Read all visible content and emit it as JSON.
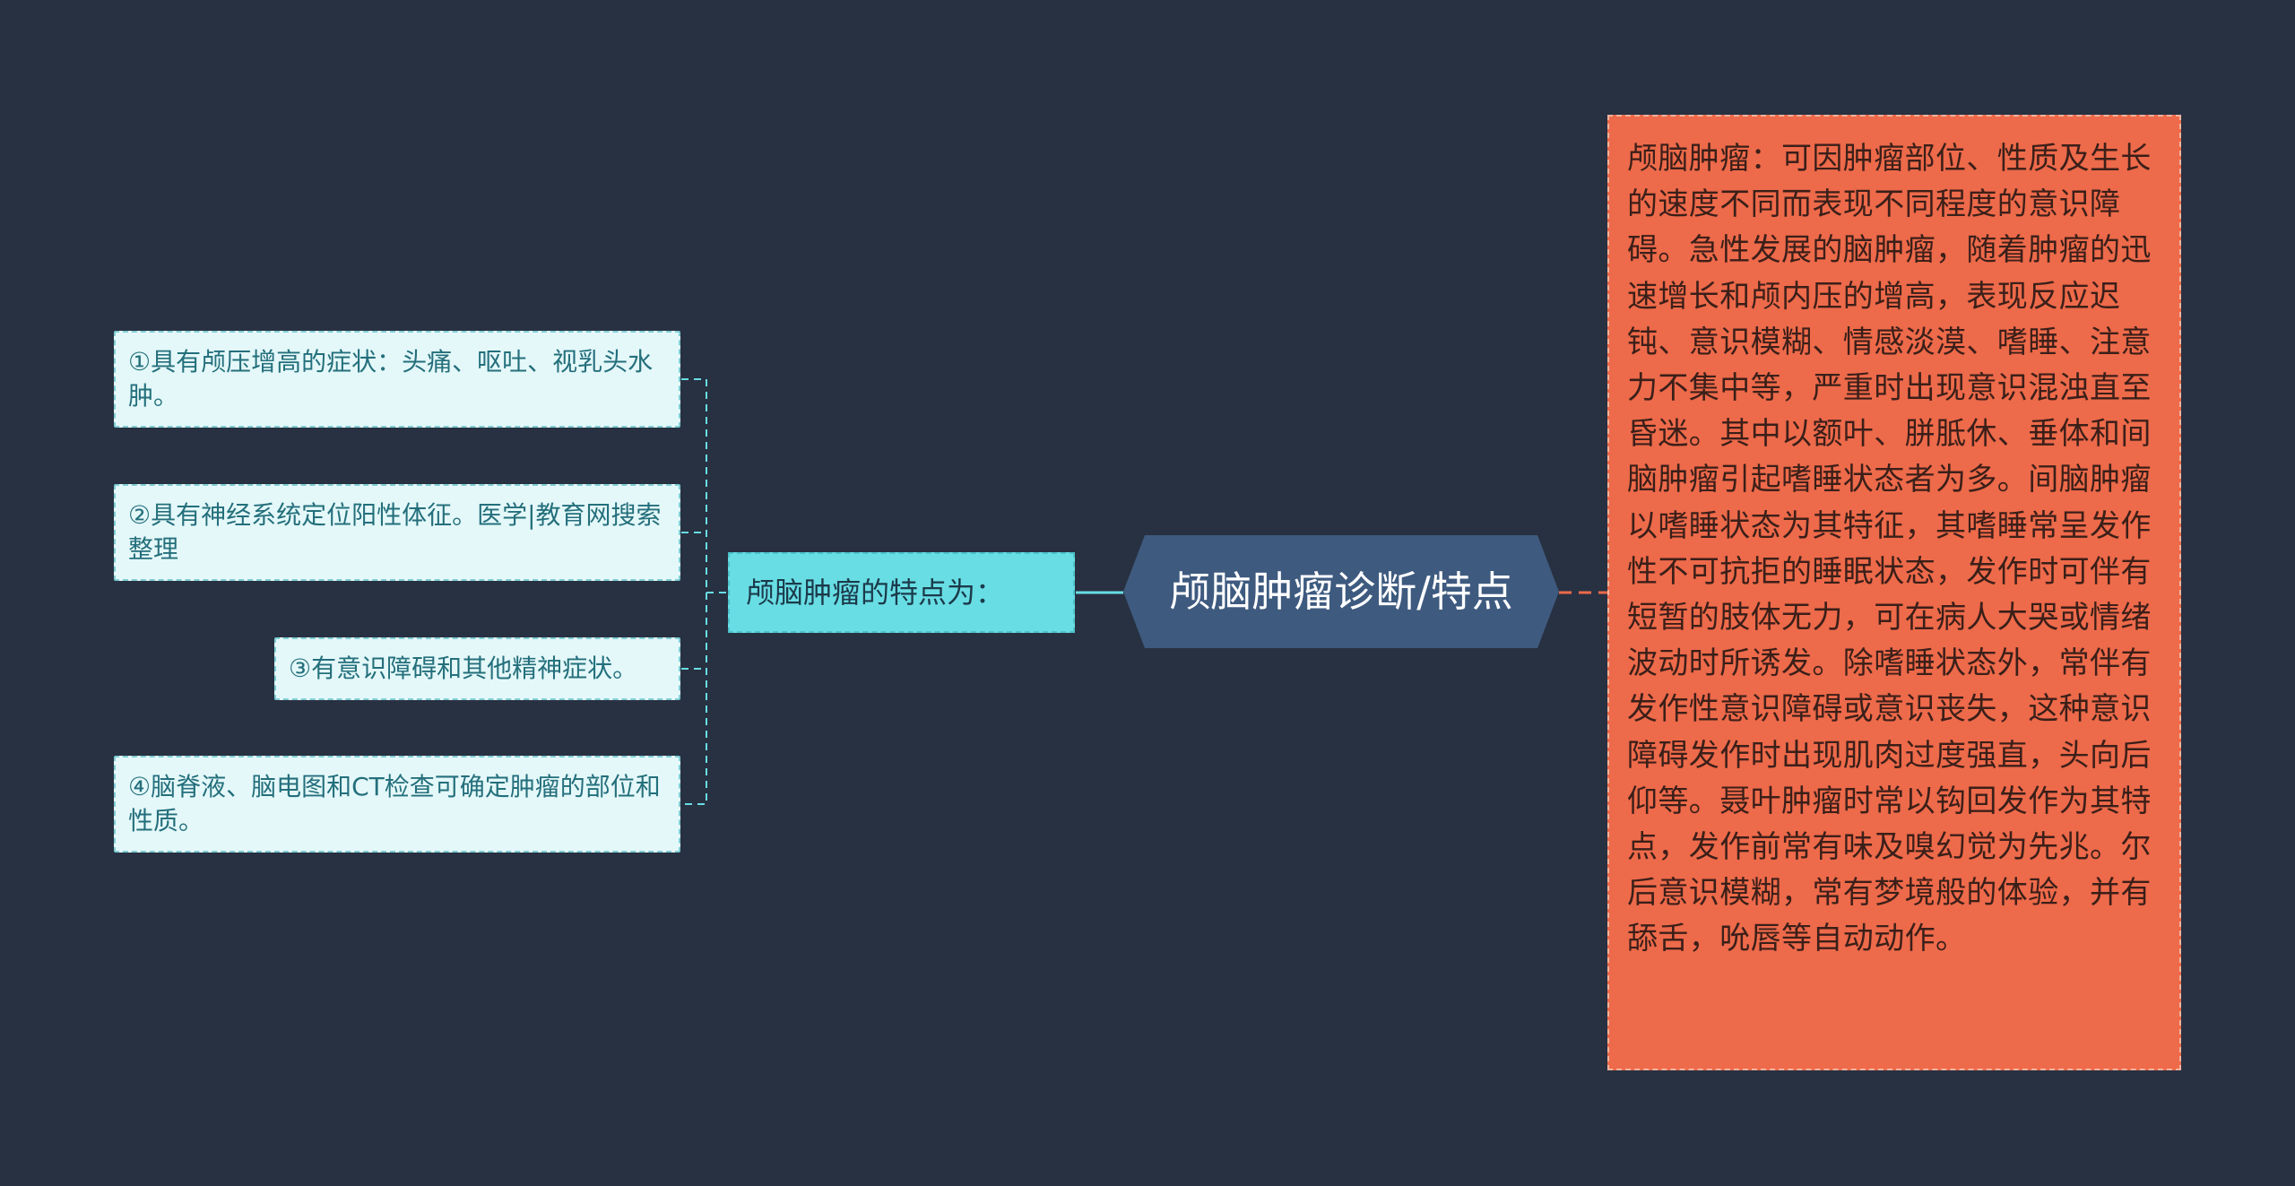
{
  "colors": {
    "background": "#283141",
    "root": "#3e5a7f",
    "branch": "#68dde4",
    "leaf": "#e4f8f9",
    "detail": "#ed6a4a",
    "left_connector": "#68dde4",
    "right_connector": "#ed6a4a"
  },
  "root": {
    "title": "颅脑肿瘤诊断/特点"
  },
  "branch": {
    "label": "颅脑肿瘤的特点为："
  },
  "leaves": [
    "①具有颅压增高的症状：头痛、呕吐、视乳头水肿。",
    "②具有神经系统定位阳性体征。医学|教育网搜索整理",
    "③有意识障碍和其他精神症状。",
    "④脑脊液、脑电图和CT检查可确定肿瘤的部位和性质。"
  ],
  "detail": {
    "text": "颅脑肿瘤：可因肿瘤部位、性质及生长的速度不同而表现不同程度的意识障碍。急性发展的脑肿瘤，随着肿瘤的迅速增长和颅内压的增高，表现反应迟钝、意识模糊、情感淡漠、嗜睡、注意力不集中等，严重时出现意识混浊直至昏迷。其中以额叶、胼胝休、垂体和间脑肿瘤引起嗜睡状态者为多。间脑肿瘤以嗜睡状态为其特征，其嗜睡常呈发作性不可抗拒的睡眠状态，发作时可伴有短暂的肢体无力，可在病人大哭或情绪波动时所诱发。除嗜睡状态外，常伴有发作性意识障碍或意识丧失，这种意识障碍发作时出现肌肉过度强直，头向后仰等。聂叶肿瘤时常以钩回发作为其特点，发作前常有味及嗅幻觉为先兆。尔后意识模糊，常有梦境般的体验，并有舔舌，吮唇等自动动作。"
  }
}
